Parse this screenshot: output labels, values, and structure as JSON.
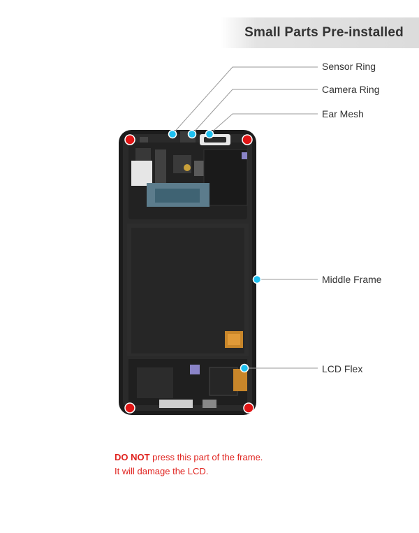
{
  "banner": {
    "title": "Small Parts Pre-installed"
  },
  "callouts": {
    "sensor_ring": "Sensor Ring",
    "camera_ring": "Camera Ring",
    "ear_mesh": "Ear Mesh",
    "middle_frame": "Middle Frame",
    "lcd_flex": "LCD Flex"
  },
  "warning": {
    "emphasis": "DO NOT",
    "line1_rest": " press this part of the frame.",
    "line2": "It will damage the LCD."
  },
  "colors": {
    "callout_marker": "#1ec0f0",
    "warning_marker": "#e01515",
    "warning_text": "#e0221e",
    "frame": "#1c1c1c",
    "leader_line": "#9a9a9a"
  }
}
